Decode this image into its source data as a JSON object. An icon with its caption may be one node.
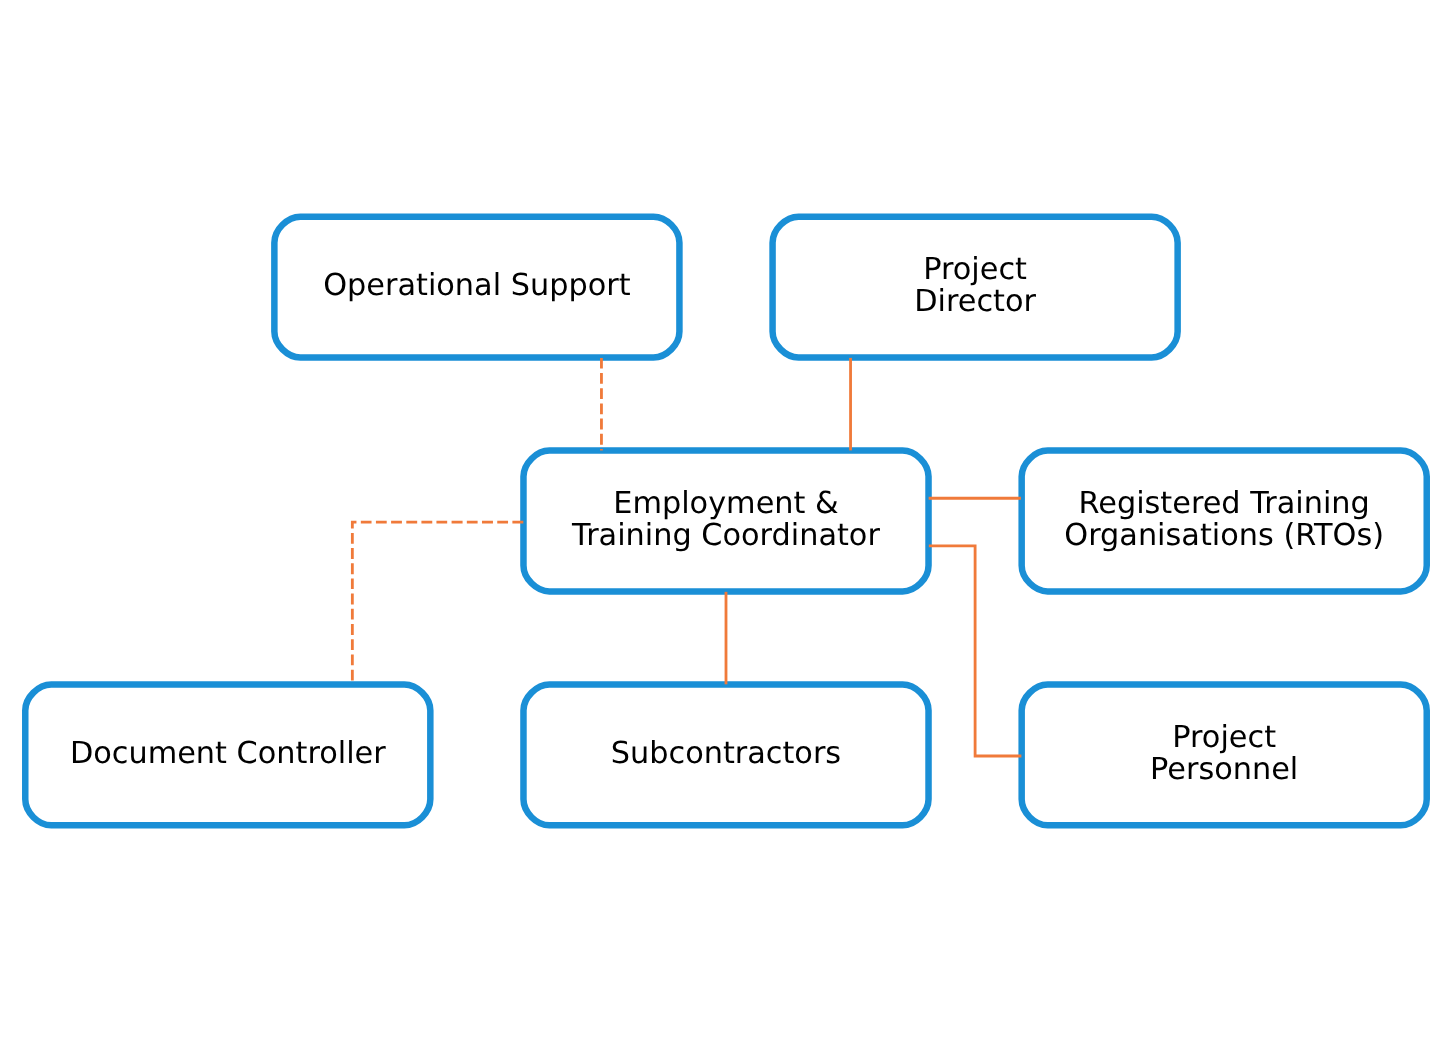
{
  "diagram": {
    "nodes": [
      {
        "text": [
          "Operational Support"
        ]
      },
      {
        "text": [
          "Project Director"
        ]
      },
      {
        "text": [
          "Employment & Training Coordinator"
        ]
      },
      {
        "text": [
          "Registered Training Organisations (RTOs)"
        ]
      },
      {
        "text": [
          "Document Controller"
        ]
      },
      {
        "text": [
          "Subcontractors"
        ]
      },
      {
        "text": [
          "Project Personnel"
        ]
      }
    ],
    "edges": [
      {
        "from": 1,
        "to": 2,
        "arrow": "none"
      },
      {
        "from": 0,
        "to": 2,
        "arrow": "none",
        "style": "dashed"
      },
      {
        "from": 2,
        "to": 3,
        "arrow": "none"
      },
      {
        "from": 2,
        "to": 4,
        "arrow": "none",
        "style": "dashed"
      },
      {
        "from": 2,
        "to": 5,
        "arrow": "none"
      },
      {
        "from": 2,
        "to": 6,
        "arrow": "none"
      }
    ]
  }
}
